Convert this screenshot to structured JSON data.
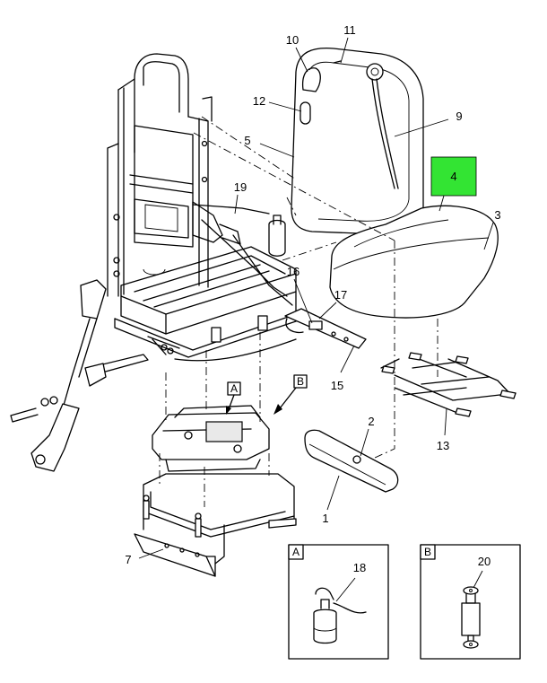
{
  "callouts": {
    "c1": "1",
    "c2": "2",
    "c3": "3",
    "c4": "4",
    "c5": "5",
    "c7": "7",
    "c9": "9",
    "c10": "10",
    "c11": "11",
    "c12": "12",
    "c13": "13",
    "c15": "15",
    "c16": "16",
    "c17": "17",
    "c18": "18",
    "c19": "19",
    "c20": "20"
  },
  "view_refs": {
    "a": "A",
    "b": "B"
  },
  "detail_a": {
    "label": "A",
    "callout": "18"
  },
  "detail_b": {
    "label": "B",
    "callout": "20"
  },
  "highlight": {
    "part": "4",
    "color": "#33e433"
  }
}
